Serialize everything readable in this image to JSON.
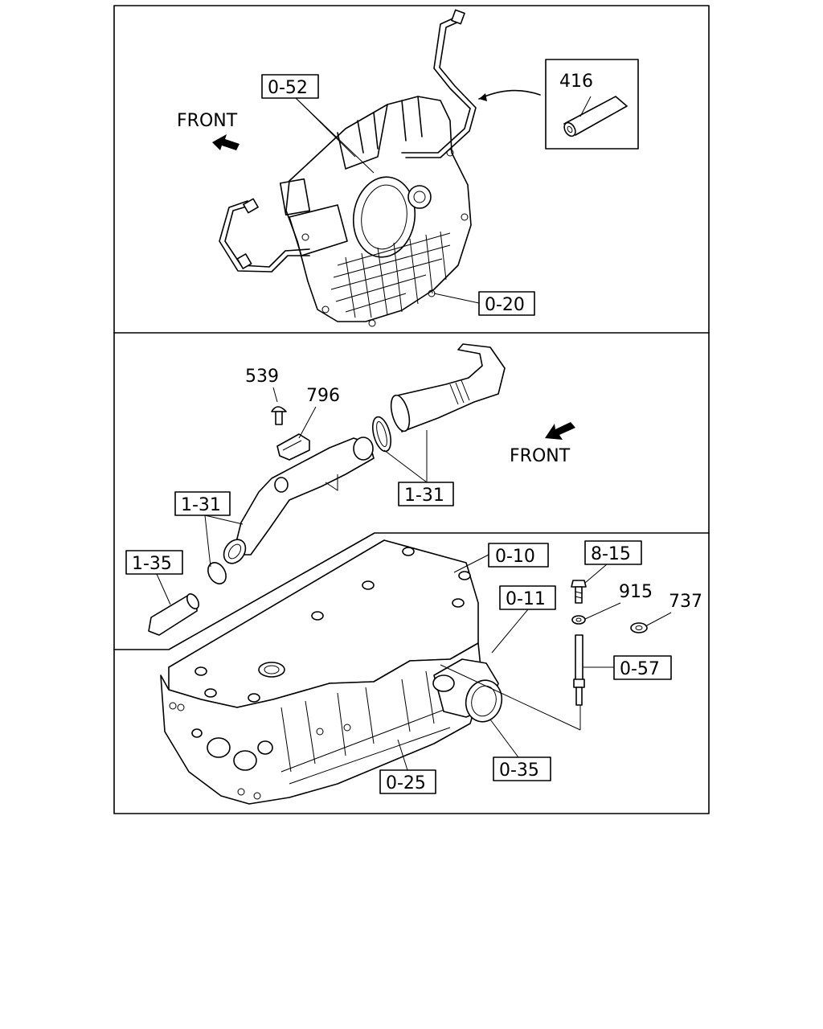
{
  "panels": {
    "top": {
      "front_label": "FRONT",
      "callouts": {
        "c052": "0-52",
        "c020": "0-20",
        "c416": "416"
      }
    },
    "middle": {
      "front_label": "FRONT",
      "callouts": {
        "c539": "539",
        "c796": "796",
        "c131a": "1-31",
        "c131b": "1-31",
        "c135": "1-35"
      }
    },
    "bottom": {
      "callouts": {
        "c010": "0-10",
        "c011": "0-11",
        "c815": "8-15",
        "c915": "915",
        "c737": "737",
        "c057": "0-57",
        "c035": "0-35",
        "c025": "0-25"
      }
    }
  }
}
